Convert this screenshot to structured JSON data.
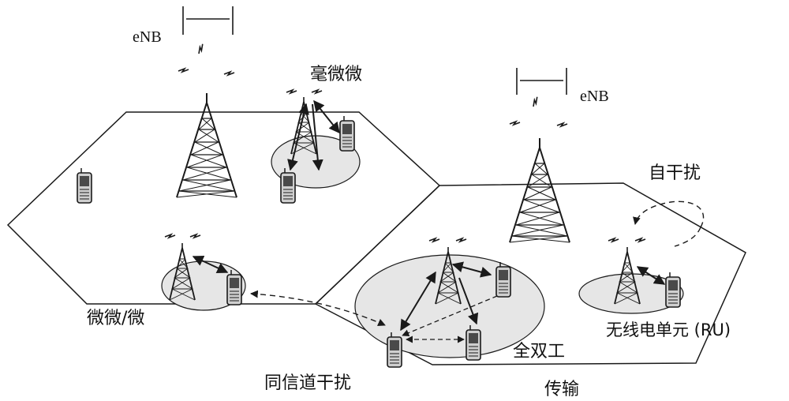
{
  "labels": {
    "enb_left": "eNB",
    "enb_right": "eNB",
    "millimeter_pico": "毫微微",
    "pico_micro": "微微/微",
    "self_interference": "自干扰",
    "radio_unit": "无线电单元 (RU)",
    "full_duplex": "全双工",
    "transmission": "传输",
    "cochannel_interference": "同信道干扰"
  },
  "colors": {
    "stroke": "#1a1a1a",
    "cell_fill": "#e6e6e6",
    "phone_fill": "#cfcfcf",
    "screen_fill": "#4a4a4a"
  }
}
